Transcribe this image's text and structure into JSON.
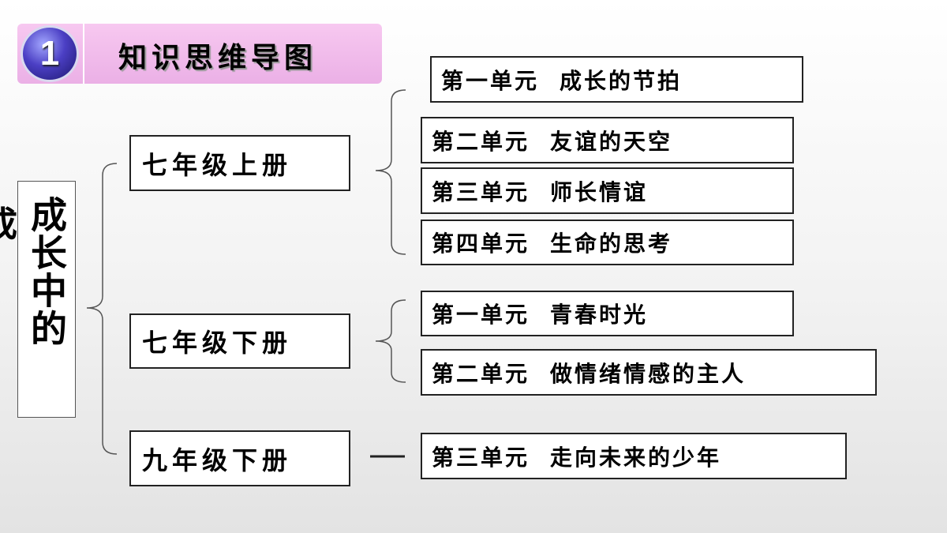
{
  "header": {
    "badge_number": "1",
    "title": "知识思维导图",
    "accent_color": "#ebb0e6",
    "badge_color": "#3b35a8"
  },
  "root": {
    "cut_char": "成",
    "text": "成长中的"
  },
  "books": [
    {
      "label": "七年级上册",
      "units": [
        {
          "num": "第一单元",
          "title": "成长的节拍"
        },
        {
          "num": "第二单元",
          "title": "友谊的天空"
        },
        {
          "num": "第三单元",
          "title": "师长情谊"
        },
        {
          "num": "第四单元",
          "title": "生命的思考"
        }
      ]
    },
    {
      "label": "七年级下册",
      "units": [
        {
          "num": "第一单元",
          "title": "青春时光"
        },
        {
          "num": "第二单元",
          "title": "做情绪情感的主人"
        }
      ]
    },
    {
      "label": "九年级下册",
      "units": [
        {
          "num": "第三单元",
          "title": "走向未来的少年"
        }
      ]
    }
  ]
}
